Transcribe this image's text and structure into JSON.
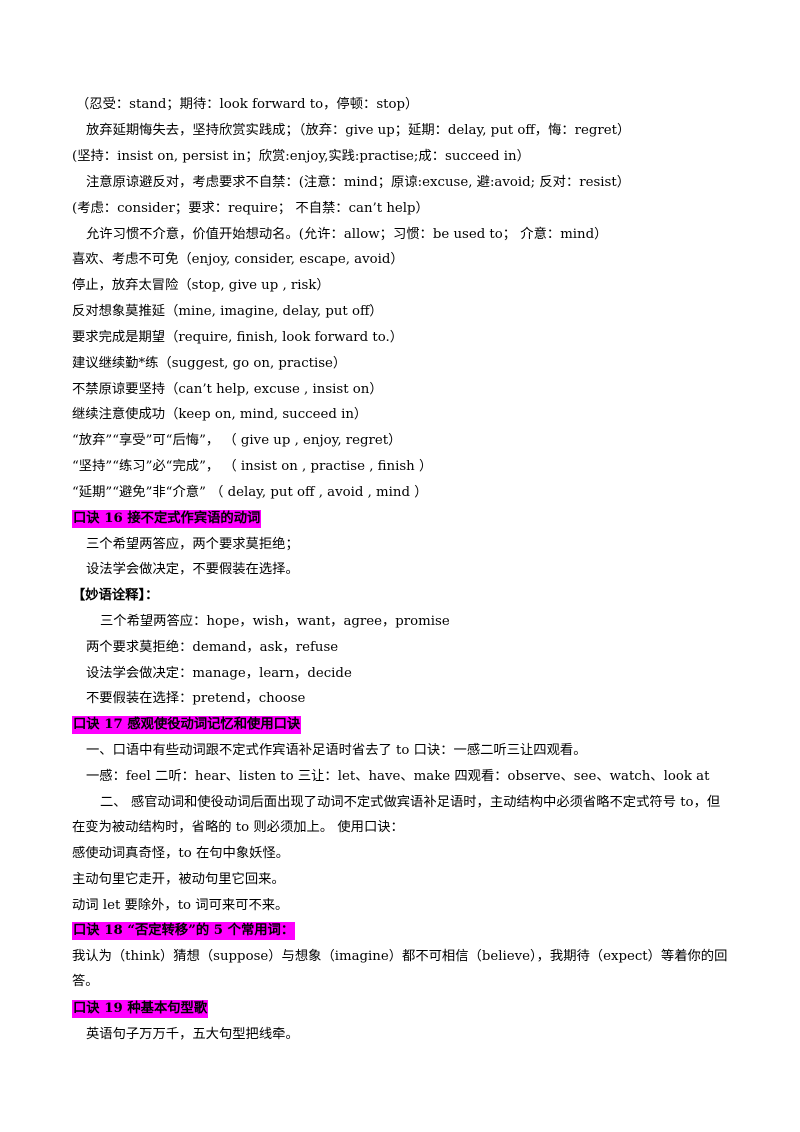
{
  "lines": {
    "l1": "（忍受：stand；期待：look forward to，停顿：stop）",
    "l2": "放弃延期悔失去，坚持欣赏实践成；（放弃：give up；延期：delay, put off，悔：regret）",
    "l3": "(坚持：insist on, persist in；欣赏:enjoy,实践:practise;成：succeed in）",
    "l4": "注意原谅避反对，考虑要求不自禁：(注意：mind；原谅:excuse, 避:avoid; 反对：resist）",
    "l5": "(考虑：consider；要求：require；  不自禁：can’t help）",
    "l6": "允许习惯不介意，价值开始想动名。(允许：allow；习惯：be used to；  介意：mind）",
    "l7": "喜欢、考虑不可免（enjoy, consider, escape, avoid）",
    "l8": "停止，放弃太冒险（stop, give up , risk）",
    "l9": "反对想象莫推延（mine, imagine, delay, put off）",
    "l10": "要求完成是期望（require, finish, look forward to.）",
    "l11": "建议继续勤*练（suggest, go on, practise）",
    "l12": "不禁原谅要坚持（can’t help, excuse , insist on）",
    "l13": "继续注意使成功（keep on, mind, succeed in）",
    "l14": "“放弃”“享受”可“后悔”，   （ give up , enjoy, regret）",
    "l15": "“坚持”“练习”必“完成”，   （ insist on , practise , finish  ）",
    "l16": "“延期”“避免”非“介意”     （ delay, put off , avoid , mind  ）",
    "h16": "口诀 16   接不定式作宾语的动词",
    "l17": "三个希望两答应，两个要求莫拒绝；",
    "l18": "设法学会做决定，不要假装在选择。",
    "l19": "【妙语诠释】：",
    "l20": "三个希望两答应：hope，wish，want，agree，promise",
    "l21": "两个要求莫拒绝：demand，ask，refuse",
    "l22": "设法学会做决定：manage，learn，decide",
    "l23": "不要假装在选择：pretend，choose",
    "h17": "口诀 17  感观使役动词记忆和使用口诀",
    "l24": "一、口语中有些动词跟不定式作宾语补足语时省去了  to 口诀：一感二听三让四观看。",
    "l25": "一感：feel     二听：hear、listen to     三让：let、have、make  四观看：observe、see、watch、look at",
    "l26": "二、  感官动词和使役动词后面出现了动词不定式做宾语补足语时，主动结构中必须省略不定式符号 to，但在变为被动结构时，省略的  to  则必须加上。     使用口诀：",
    "l27": "感使动词真奇怪，to 在句中象妖怪。",
    "l28": "主动句里它走开，被动句里它回来。",
    "l29": "动词 let 要除外，to 词可来可不来。",
    "h18": "口诀 18 “否定转移”的 5 个常用词：",
    "l30": "我认为（think）猜想（suppose）与想象（imagine）都不可相信（believe），我期待（expect）等着你的回答。",
    "h19": "口诀 19  种基本句型歌",
    "l31": "英语句子万万千，五大句型把线牵。"
  },
  "colors": {
    "highlight": "#ff00ff",
    "text": "#000000"
  }
}
